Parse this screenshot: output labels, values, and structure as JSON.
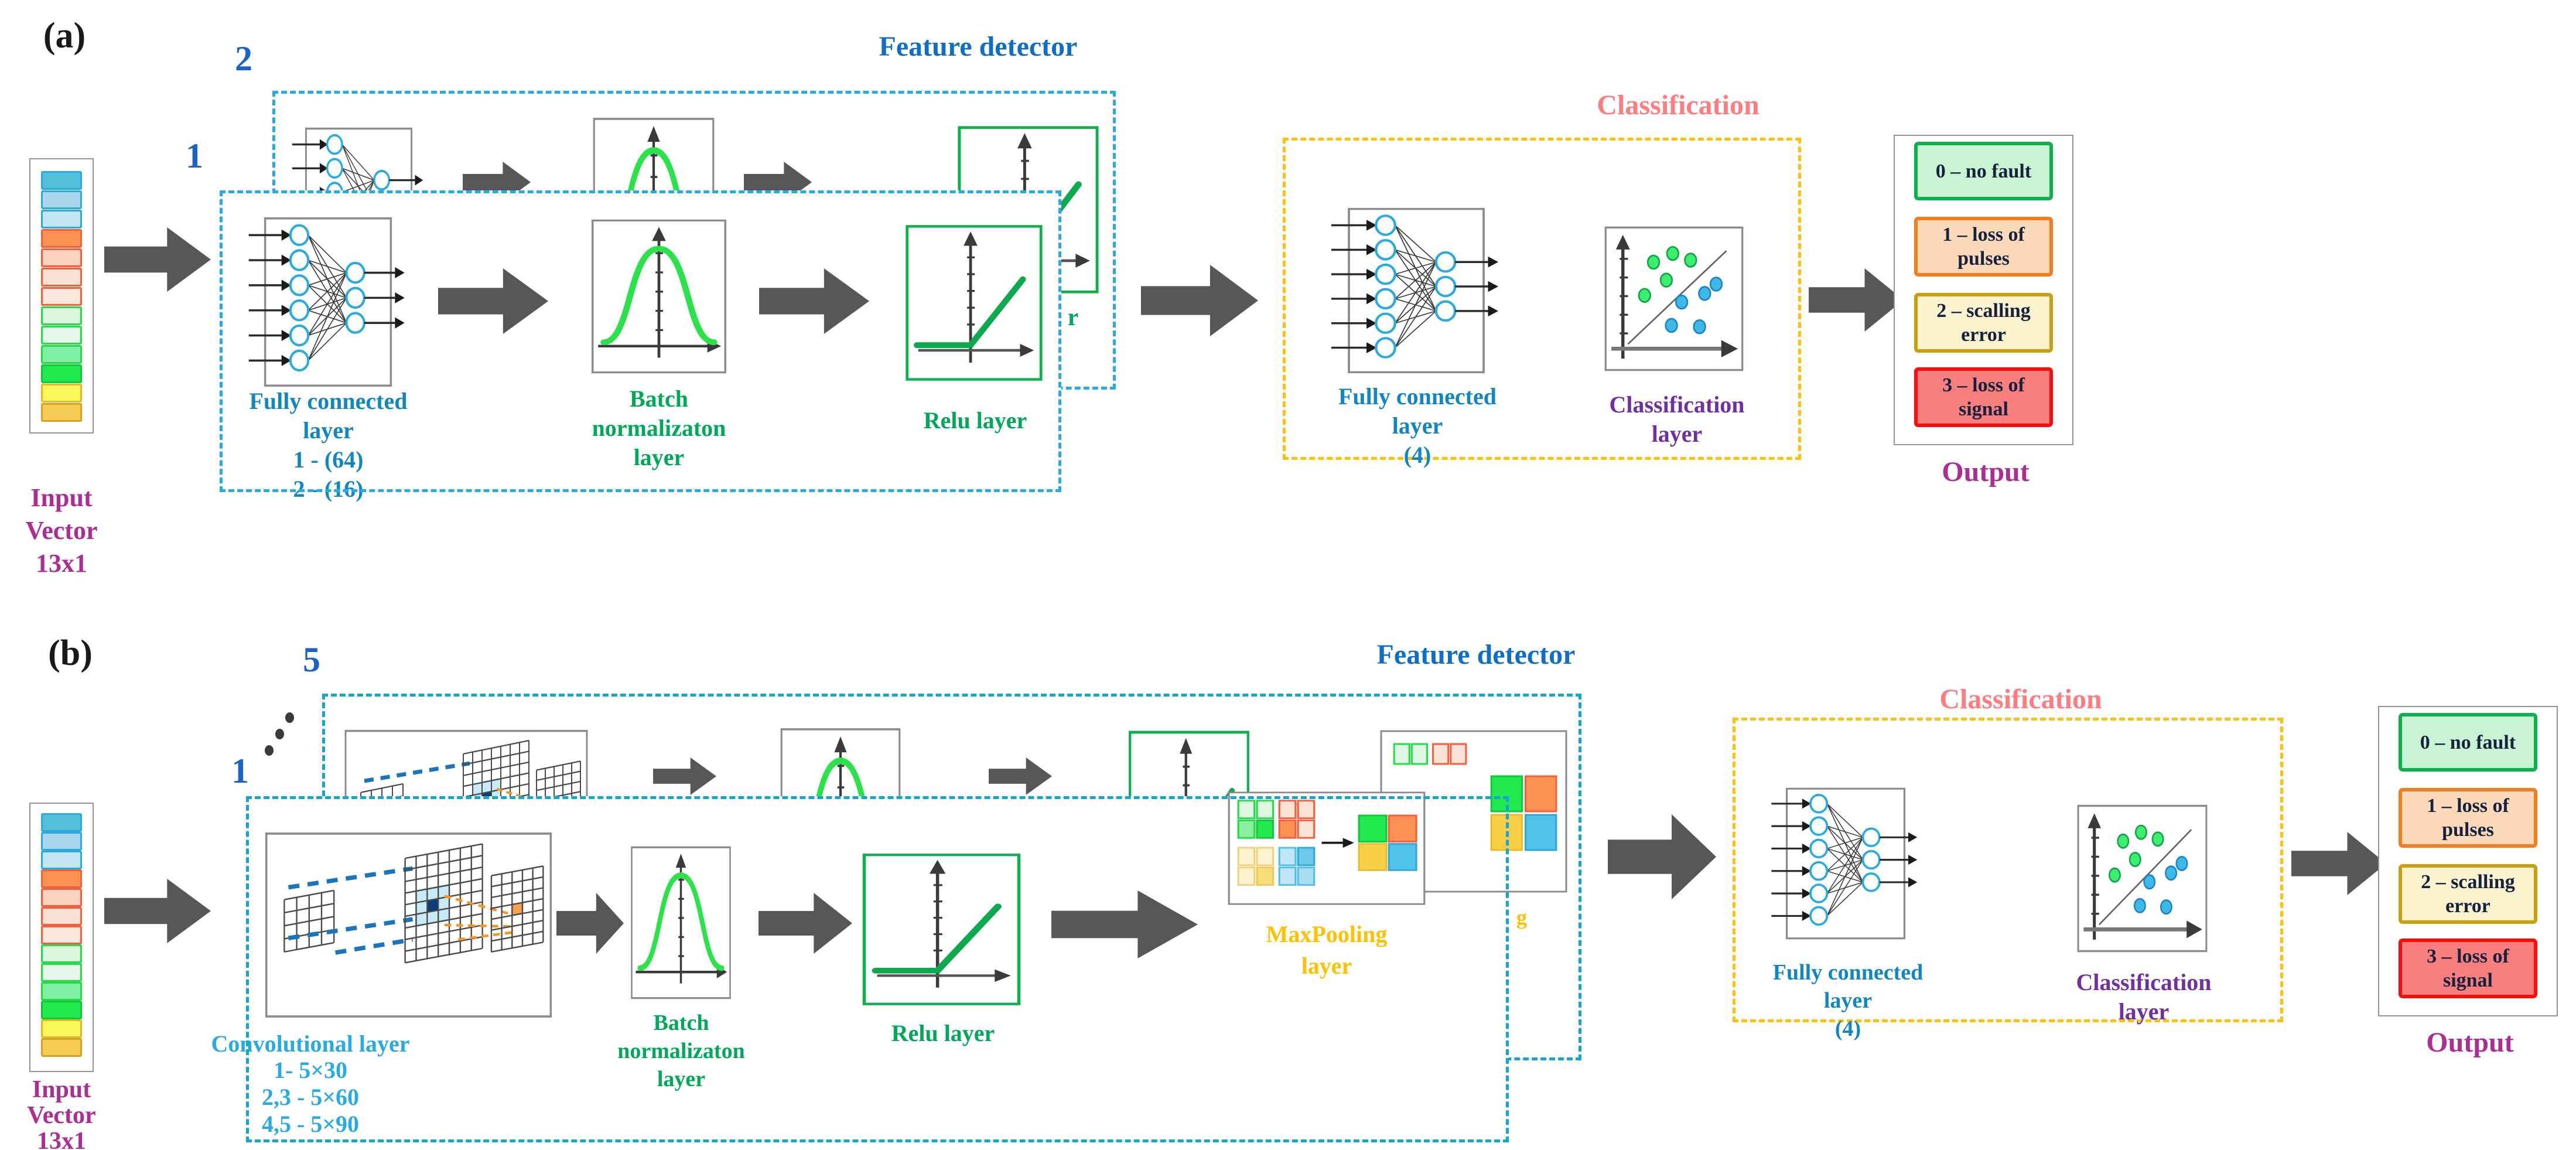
{
  "palette": {
    "dash_cyan_a": "#29ABE2",
    "dash_cyan_b": "#17A5CB",
    "dash_gold": "#FFC10A",
    "arrow_gray": "#575757",
    "fc_text": "#1286C0",
    "conv_text": "#29ABE2",
    "green_text": "#00A859",
    "maxpool_text": "#FFC000",
    "class_layer_text": "#7030A0",
    "classification_title": "#FF7C80",
    "feature_detector_title": "#0F6FC4",
    "copy_number": "#1C63C7",
    "io_label": "#AC2E92",
    "output_text": "#16213E",
    "panel_label": "#1A1A1A",
    "icon_border_gray": "#8C8C8C",
    "icon_border_green": "#0DB14B"
  },
  "input_vector_cells": [
    {
      "fill": "#53BFD9",
      "border": "#29ABE2"
    },
    {
      "fill": "#A9D6EC",
      "border": "#29ABE2"
    },
    {
      "fill": "#C2E5F4",
      "border": "#29ABE2"
    },
    {
      "fill": "#FB9153",
      "border": "#F4603E"
    },
    {
      "fill": "#FAD4BE",
      "border": "#F4603E"
    },
    {
      "fill": "#FBE1D3",
      "border": "#F4603E"
    },
    {
      "fill": "#FAE8DD",
      "border": "#F4603E"
    },
    {
      "fill": "#DCF6DF",
      "border": "#22DD44"
    },
    {
      "fill": "#E7F7EB",
      "border": "#22DD44"
    },
    {
      "fill": "#7FEFA4",
      "border": "#22DD44"
    },
    {
      "fill": "#21E94D",
      "border": "#10C93A"
    },
    {
      "fill": "#FAF859",
      "border": "#E3B72E"
    },
    {
      "fill": "#F6CC55",
      "border": "#D9A01F"
    }
  ],
  "shared": {
    "input_label": {
      "line1": "Input",
      "line2": "Vector",
      "line3": "13x1"
    },
    "output_label": "Output",
    "output_classes": [
      {
        "line1": "0 – no fault",
        "line2": "",
        "fill": "#C9F4D3",
        "border": "#0DB14B"
      },
      {
        "line1": "1 – loss of",
        "line2": "pulses",
        "fill": "#FBD9B9",
        "border": "#F47D1F"
      },
      {
        "line1": "2 – scalling",
        "line2": "error",
        "fill": "#FBF2CE",
        "border": "#C9A012"
      },
      {
        "line1": "3 – loss of",
        "line2": "signal",
        "fill": "#F97F7F",
        "border": "#FC0D0D"
      }
    ],
    "feature_detector_title": "Feature detector",
    "classification_title": "Classification",
    "fully_connected_4": {
      "line1": "Fully connected",
      "line2": "layer",
      "line3": "(4)"
    },
    "classification_layer": {
      "line1": "Classification",
      "line2": "layer"
    },
    "batch_norm": {
      "line1": "Batch",
      "line2": "normalizaton",
      "line3": "layer"
    },
    "relu_label": "Relu layer"
  },
  "panel_a": {
    "label": "(a)",
    "copy_back": "2",
    "copy_front": "1",
    "fc_layer": {
      "line1": "Fully connected",
      "line2": "layer",
      "line3": "1 - (64)",
      "line4": "2 - (16)"
    },
    "relu_peek": "r"
  },
  "panel_b": {
    "label": "(b)",
    "copy_back": "5",
    "copy_front": "1",
    "conv_layer": {
      "line1": "Convolutional layer",
      "line2": "1- 5×30",
      "line3": "2,3 - 5×60",
      "line4": "4,5 - 5×90"
    },
    "maxpool": {
      "line1": "MaxPooling",
      "line2": "layer"
    },
    "maxpool_peek": "g"
  }
}
